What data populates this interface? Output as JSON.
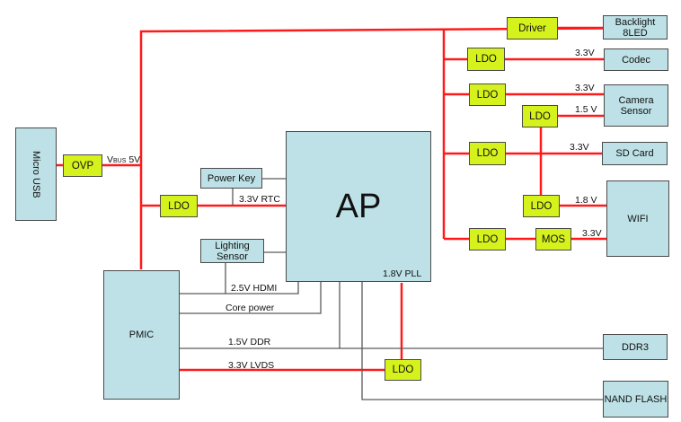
{
  "diagram": {
    "blocks": {
      "micro_usb": "Micro USB",
      "ovp": "OVP",
      "pmic": "PMIC",
      "ap": "AP",
      "power_key": "Power Key",
      "lighting_sensor": "Lighting Sensor",
      "driver": "Driver",
      "backlight": "Backlight 8LED",
      "codec": "Codec",
      "camera_sensor": "Camera Sensor",
      "sd_card": "SD Card",
      "wifi": "WIFI",
      "mos": "MOS",
      "ddr3": "DDR3",
      "nand_flash": "NAND FLASH",
      "ldo": "LDO"
    },
    "labels": {
      "vbus_v": "V",
      "vbus_sub": "BUS",
      "vbus_val": " 5V",
      "rtc": "3.3V RTC",
      "pll": "1.8V PLL",
      "hdmi": "2.5V HDMI",
      "core": "Core power",
      "ddr": "1.5V DDR",
      "lvds": "3.3V LVDS",
      "codec_v": "3.3V",
      "cam_v1": "3.3V",
      "cam_v2": "1.5 V",
      "sd_v": "3.3V",
      "wifi_v1": "1.8 V",
      "wifi_v2": "3.3V"
    },
    "colors": {
      "power_line": "#ff0000",
      "signal_line": "#555555",
      "block_fill": "#bde1e6",
      "regulator_fill": "#d6f21c"
    }
  }
}
